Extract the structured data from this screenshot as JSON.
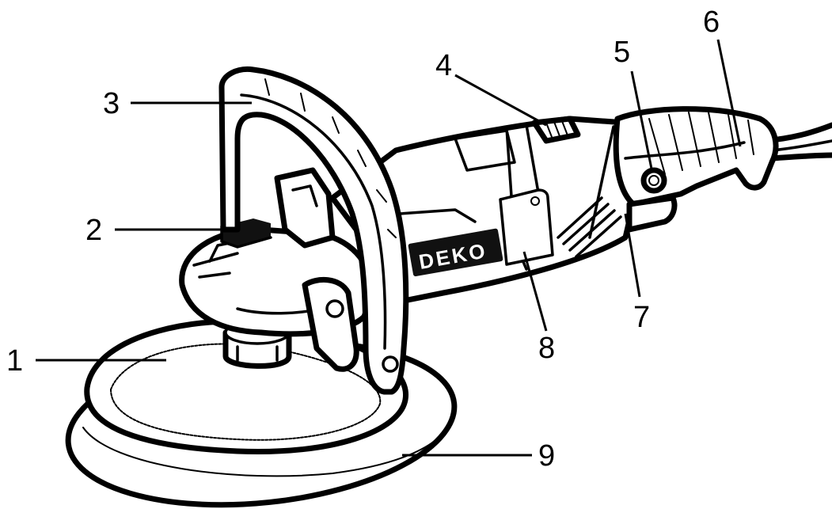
{
  "brand": {
    "text": "DEKO"
  },
  "callouts": [
    {
      "num": "1"
    },
    {
      "num": "2"
    },
    {
      "num": "3"
    },
    {
      "num": "4"
    },
    {
      "num": "5"
    },
    {
      "num": "6"
    },
    {
      "num": "7"
    },
    {
      "num": "8"
    },
    {
      "num": "9"
    }
  ],
  "colors": {
    "line": "#000000",
    "background": "#ffffff"
  }
}
